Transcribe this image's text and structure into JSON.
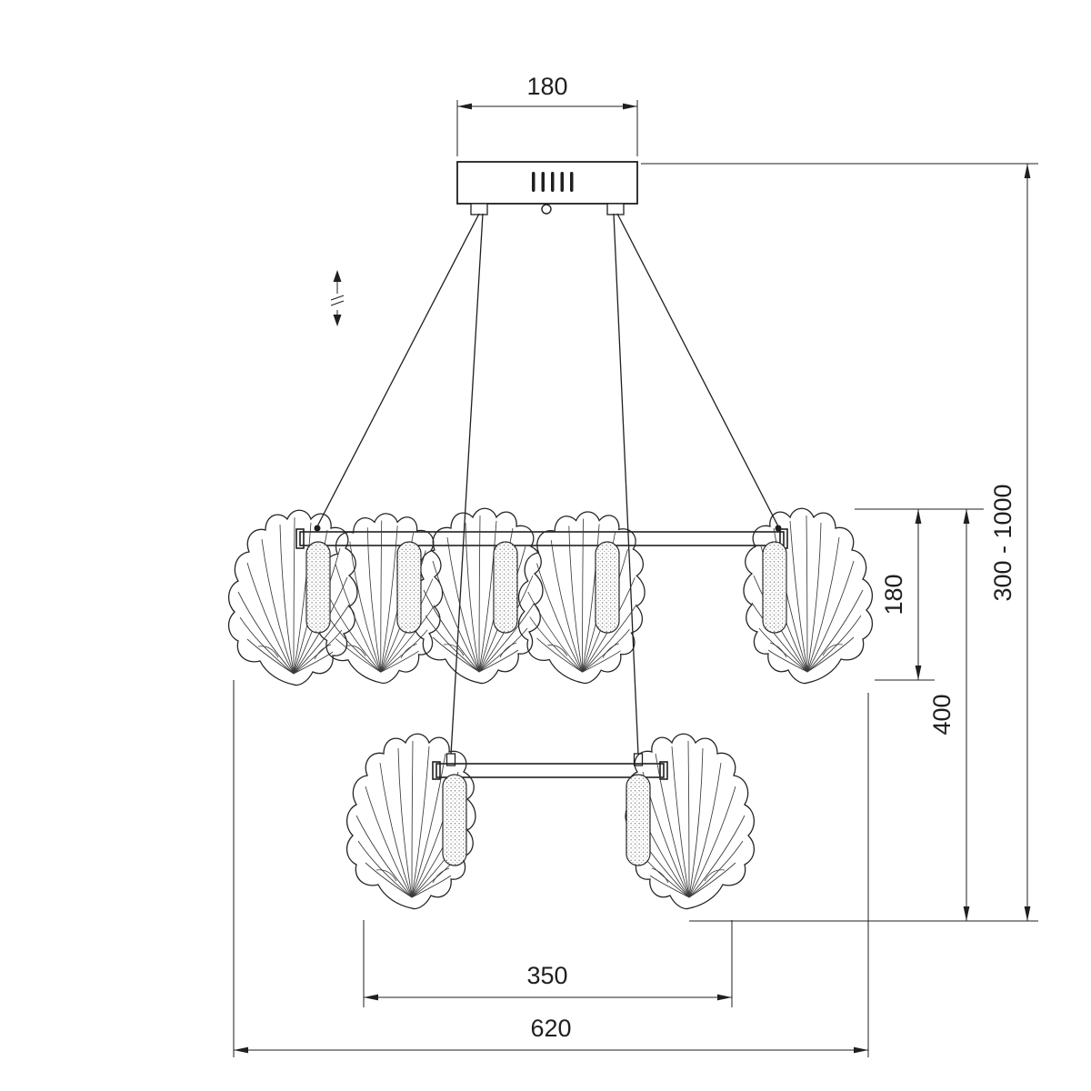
{
  "page": {
    "background": "#ffffff",
    "line_color": "#1f1f1f"
  },
  "dimensions": {
    "canopy_width": "180",
    "suspension_range": "300 - 1000",
    "shade_height": "180",
    "fixture_body_height": "400",
    "lower_tier_width": "350",
    "overall_width": "620"
  }
}
